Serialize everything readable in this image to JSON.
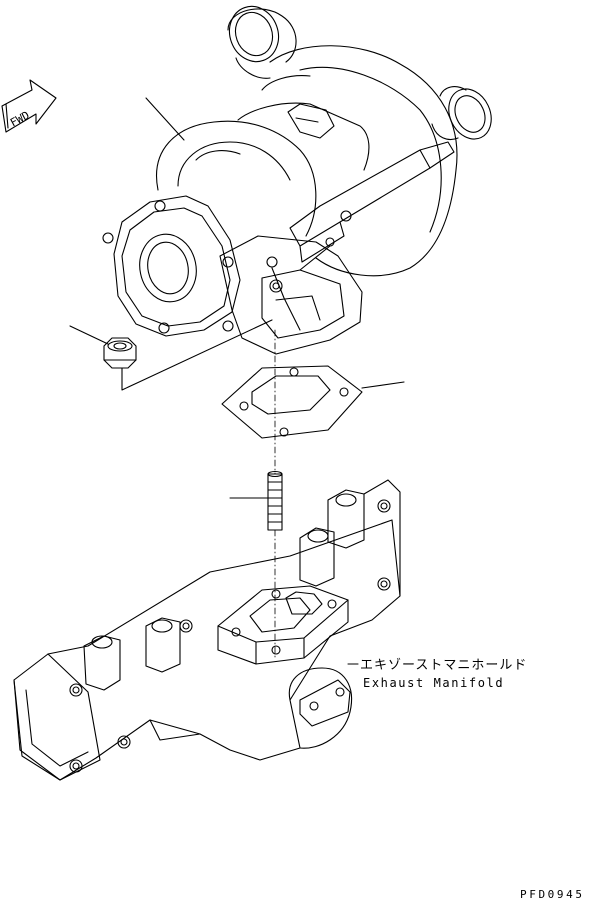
{
  "direction_arrow": {
    "label": "FWD"
  },
  "callouts": {
    "exhaust_manifold_jp": "エキゾーストマニホールド",
    "exhaust_manifold_en": "Exhaust Manifold"
  },
  "drawing_code": "PFD0945",
  "colors": {
    "line": "#000000",
    "background": "#ffffff"
  }
}
